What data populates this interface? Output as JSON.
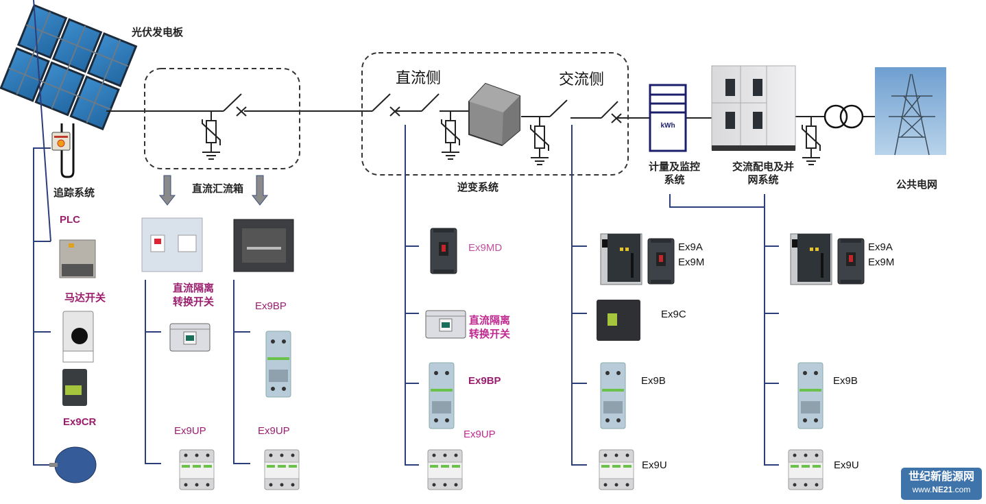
{
  "title": "光伏发电系统结构图",
  "top_labels": {
    "pv_panel": "光伏发电板",
    "tracking_system": "追踪系统",
    "dc_combiner": "直流汇流箱",
    "dc_side": "直流侧",
    "ac_side": "交流侧",
    "inverter_system": "逆变系统",
    "metering_line1": "计量及监控",
    "metering_line2": "系统",
    "ac_dist_line1": "交流配电及并",
    "ac_dist_line2": "网系统",
    "public_grid": "公共电网",
    "meter_unit": "kWh"
  },
  "columns": {
    "tracking": {
      "items": [
        {
          "label": "PLC",
          "device": "plc"
        },
        {
          "label": "马达开关",
          "device": "motor-switch"
        },
        {
          "label": "Ex9CR",
          "device": "contactor-relay"
        },
        {
          "label": "",
          "device": "motor"
        }
      ]
    },
    "combiner_left": {
      "items": [
        {
          "label_line1": "直流隔离",
          "label_line2": "转换开关",
          "device": "dc-isolator"
        },
        {
          "label": "Ex9UP",
          "device": "surge-protector"
        }
      ]
    },
    "combiner_right": {
      "items": [
        {
          "label": "Ex9BP",
          "device": "mcb"
        },
        {
          "label": "Ex9UP",
          "device": "surge-protector"
        }
      ]
    },
    "inverter_dc": {
      "items": [
        {
          "label": "Ex9MD",
          "device": "mccb"
        },
        {
          "label_line1": "直流隔离",
          "label_line2": "转换开关",
          "device": "dc-isolator"
        },
        {
          "label": "Ex9BP",
          "device": "mcb"
        },
        {
          "label": "Ex9UP",
          "device": "surge-protector"
        }
      ]
    },
    "inverter_ac": {
      "items": [
        {
          "label_line1": "Ex9A",
          "label_line2": "Ex9M",
          "device": "acb-mccb"
        },
        {
          "label": "Ex9C",
          "device": "contactor"
        },
        {
          "label": "Ex9B",
          "device": "mcb"
        },
        {
          "label": "Ex9U",
          "device": "surge-protector"
        }
      ]
    },
    "grid": {
      "items": [
        {
          "label_line1": "Ex9A",
          "label_line2": "Ex9M",
          "device": "acb-mccb"
        },
        {
          "label": "",
          "device": "none"
        },
        {
          "label": "Ex9B",
          "device": "mcb"
        },
        {
          "label": "Ex9U",
          "device": "surge-protector"
        }
      ]
    }
  },
  "watermark": {
    "name": "世纪新能源网",
    "url_prefix": "www.",
    "url_brand": "NE21",
    "url_suffix": ".com"
  },
  "colors": {
    "branch_line": "#2c3e7a",
    "label_magenta": "#9b1d6e",
    "panel_blue": "#2f7fb8",
    "logo_bg": "#3f74aa"
  }
}
